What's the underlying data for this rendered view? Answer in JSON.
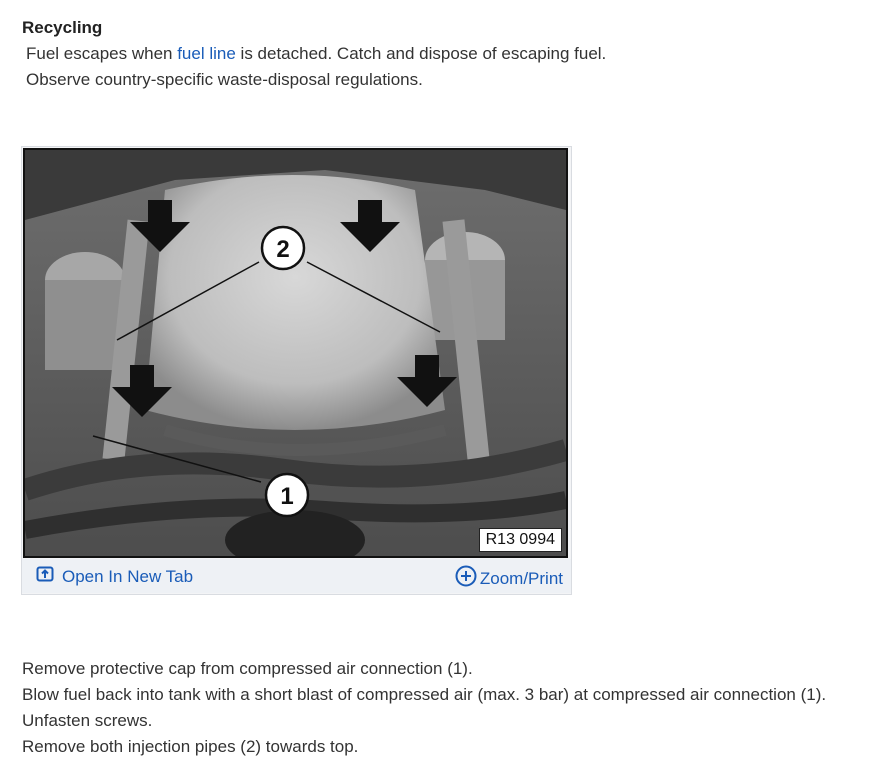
{
  "heading": "Recycling",
  "paragraph1": {
    "before": "Fuel escapes when ",
    "link": "fuel line",
    "after": " is detached. Catch and dispose of escaping fuel."
  },
  "paragraph2": "Observe country-specific waste-disposal regulations.",
  "figure": {
    "ref_code": "R13 0994",
    "callout_1": "1",
    "callout_2": "2",
    "open_tab_label": "Open In New Tab",
    "zoom_label": "Zoom/Print",
    "icons": [
      "open-new-tab-icon",
      "zoom-plus-icon"
    ]
  },
  "steps": [
    "Remove protective cap from compressed air connection (1).",
    "Blow fuel back into tank with a short blast of compressed air (max. 3 bar) at compressed air connection (1).",
    "Unfasten screws.",
    "Remove both injection pipes (2) towards top."
  ],
  "colors": {
    "link": "#1a5cb8",
    "text": "#333333",
    "footer_bg": "#eef1f5"
  }
}
